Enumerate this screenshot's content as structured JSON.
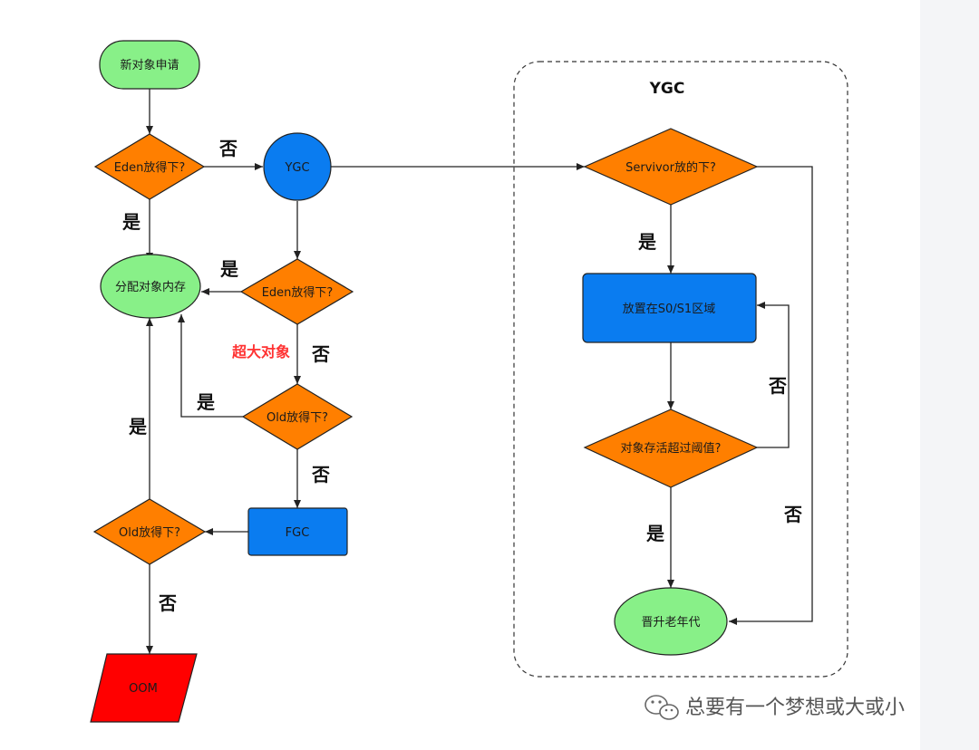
{
  "diagram": {
    "nodes": {
      "start": "新对象申请",
      "eden_check1": "Eden放得下?",
      "ygc_circle": "YGC",
      "allocate": "分配对象内存",
      "eden_check2": "Eden放得下?",
      "old_check1": "Old放得下?",
      "fgc": "FGC",
      "old_check2": "Old放得下?",
      "oom": "OOM",
      "ygc_title": "YGC",
      "survivor_check": "Servivor放的下?",
      "place_survivor": "放置在S0/S1区域",
      "age_check": "对象存活超过阈值?",
      "promote": "晋升老年代"
    },
    "edge_labels": {
      "eden1_no": "否",
      "eden1_yes": "是",
      "eden2_yes": "是",
      "big_object": "超大对象",
      "eden2_no": "否",
      "old1_yes": "是",
      "old1_no": "否",
      "old2_yes": "是",
      "old2_no": "否",
      "survivor_yes": "是",
      "age_no": "否",
      "age_yes": "是",
      "survivor_no": "否"
    },
    "colors": {
      "terminal": "#88f088",
      "decision": "#ff7f00",
      "process": "#0a7cf0",
      "error": "#ff0000",
      "edge": "#222222"
    }
  },
  "watermark": {
    "text": "总要有一个梦想或大或小",
    "icon": "wechat-icon"
  }
}
